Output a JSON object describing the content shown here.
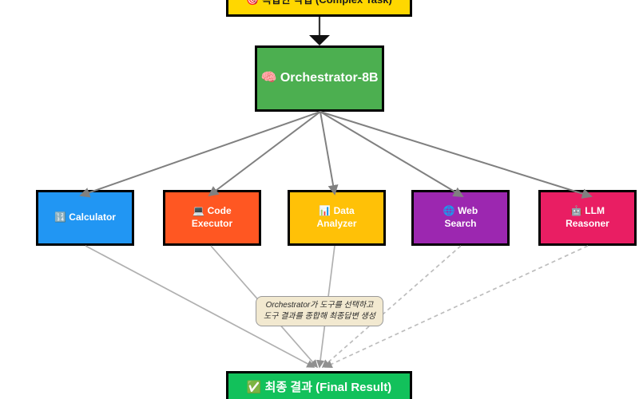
{
  "diagram": {
    "task_node": {
      "label": "🎯 복잡한 작업 (Complex Task)",
      "fill": "#FFD700"
    },
    "orchestrator_node": {
      "label": "🧠 Orchestrator-8B",
      "fill": "#4CAF50"
    },
    "tools": [
      {
        "id": "calculator",
        "label": "🔢 Calculator",
        "fill": "#2196F3"
      },
      {
        "id": "code-executor",
        "label": "💻 Code\nExecutor",
        "fill": "#FF5722"
      },
      {
        "id": "data-analyzer",
        "label": "📊 Data\nAnalyzer",
        "fill": "#FFC107"
      },
      {
        "id": "web-search",
        "label": "🌐 Web\nSearch",
        "fill": "#9C27B0"
      },
      {
        "id": "llm-reasoner",
        "label": "🤖 LLM\nReasoner",
        "fill": "#E91E63"
      }
    ],
    "note": {
      "line1": "Orchestrator가 도구를 선택하고",
      "line2": "도구 결과를 종합해 최종답변 생성",
      "fill": "#F2E9D0",
      "border_color": "#999999"
    },
    "final_node": {
      "label": "✅ 최종 결과 (Final Result)",
      "fill": "#12C15B"
    },
    "edge_colors": {
      "primary": "#333333",
      "primary_head": "#111111",
      "fan": "#808080",
      "result": "#b0b0b0",
      "result_dashed": "#bdbdbd",
      "result_head": "#909090"
    }
  }
}
